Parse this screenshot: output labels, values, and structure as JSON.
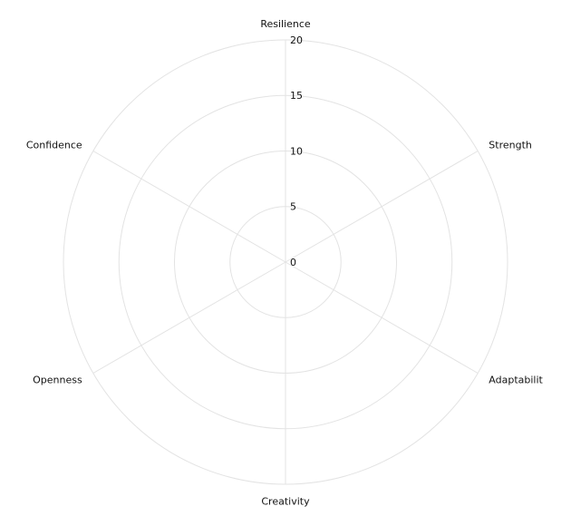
{
  "chart_data": {
    "type": "radar",
    "axes": [
      "Resilience",
      "Strength",
      "Adaptabilit",
      "Creativity",
      "Openness",
      "Confidence"
    ],
    "radial_ticks": [
      "0",
      "5",
      "10",
      "15",
      "20"
    ],
    "rmax": 20,
    "tick_step": 5,
    "grid": true,
    "series": [],
    "colors": {
      "grid": "#e3e3e3",
      "text": "#111111",
      "background": "#ffffff"
    }
  }
}
